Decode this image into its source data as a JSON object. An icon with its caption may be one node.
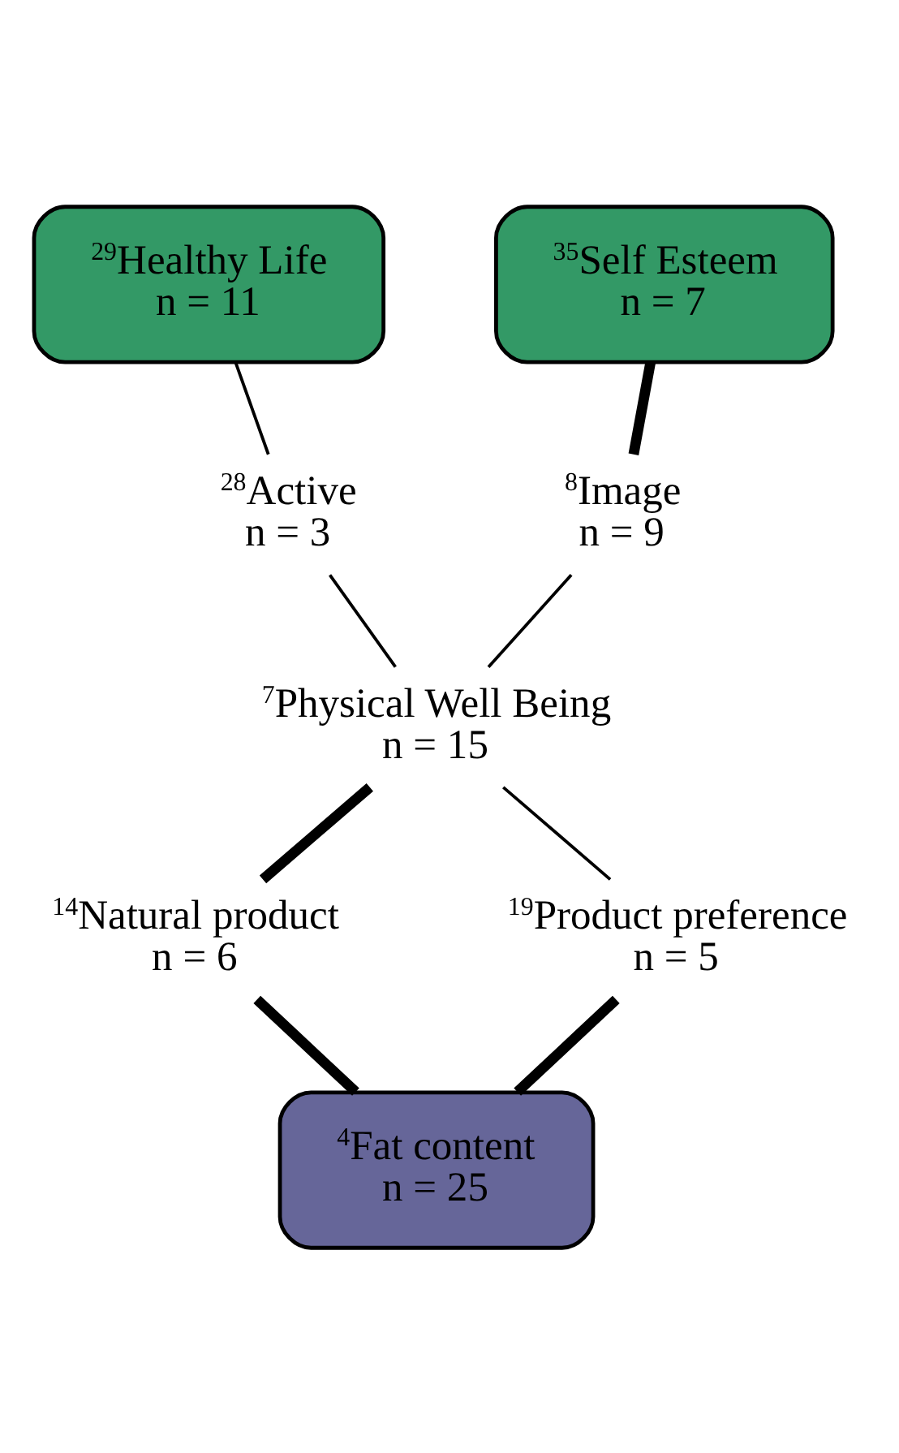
{
  "diagram": {
    "nodes": [
      {
        "text": [
          "$^{29}$Healthy Life",
          "n = 11"
        ]
      },
      {
        "text": [
          "$^{35}$Self Esteem",
          "n = 7"
        ]
      },
      {
        "text": [
          "$^{28}$Active",
          "n = 3"
        ]
      },
      {
        "text": [
          "$^{8}$Image",
          "n = 9"
        ]
      },
      {
        "text": [
          "$^{7}$Physical Well Being",
          "n = 15"
        ]
      },
      {
        "text": [
          "$^{14}$Natural product",
          "n = 6"
        ]
      },
      {
        "text": [
          "$^{19}$Product preference",
          "n = 5"
        ]
      },
      {
        "text": [
          "$^{4}$Fat content",
          "n = 25"
        ]
      }
    ],
    "edges": [
      {
        "from": 2,
        "to": 0,
        "arrow": "none"
      },
      {
        "from": 3,
        "to": 1,
        "arrow": "none",
        "style": "thick"
      },
      {
        "from": 4,
        "to": 2,
        "arrow": "none"
      },
      {
        "from": 4,
        "to": 3,
        "arrow": "none"
      },
      {
        "from": 5,
        "to": 4,
        "arrow": "none",
        "style": "thick"
      },
      {
        "from": 6,
        "to": 4,
        "arrow": "none"
      },
      {
        "from": 7,
        "to": 5,
        "arrow": "none",
        "style": "thick"
      },
      {
        "from": 7,
        "to": 6,
        "arrow": "none",
        "style": "thick"
      }
    ]
  }
}
